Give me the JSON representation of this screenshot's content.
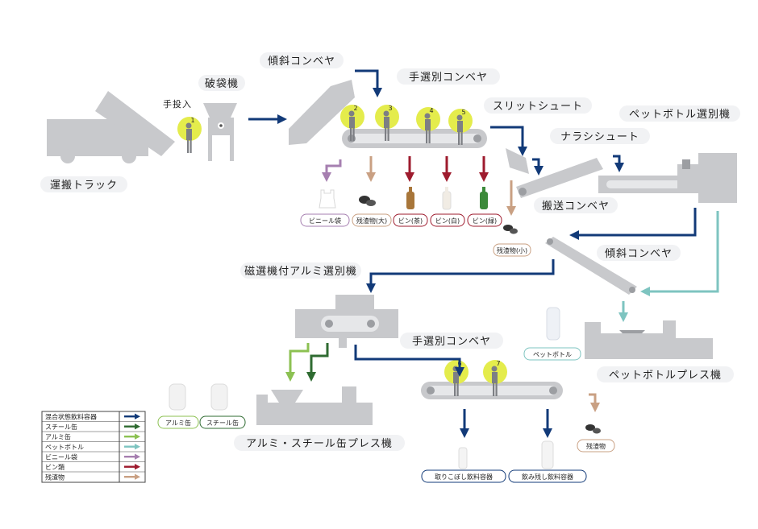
{
  "colors": {
    "mixed": "#123a78",
    "steel": "#2f6b31",
    "aluminum": "#8cc152",
    "pet": "#7ec4c0",
    "vinyl": "#a67fb0",
    "bottle": "#9e1b2e",
    "residue": "#c9a083",
    "worker_circle": "#e4ec4c",
    "machine": "#c8c9cc"
  },
  "labels": {
    "truck": "運搬トラック",
    "manual_input": "手投入",
    "bag_breaker": "破袋機",
    "incline_conveyor_1": "傾斜コンベヤ",
    "hand_sort_conveyor_1": "手選別コンベヤ",
    "slit_chute": "スリットシュート",
    "pet_sorter": "ペットボトル選別機",
    "narashi_chute": "ナラシシュート",
    "transport_conveyor": "搬送コンベヤ",
    "incline_conveyor_2": "傾斜コンベヤ",
    "magnetic_al_sorter": "磁選機付アルミ選別機",
    "hand_sort_conveyor_2": "手選別コンベヤ",
    "pet_press": "ペットボトルプレス機",
    "can_press": "アルミ・スチール缶プレス機"
  },
  "workers": [
    "1",
    "2",
    "3",
    "4",
    "5",
    "6",
    "7"
  ],
  "outputs_top": [
    "ビニール袋",
    "残渣物(大)",
    "ビン(茶)",
    "ビン(白)",
    "ビン(緑)"
  ],
  "residue_small": "残渣物(小)",
  "pet_bottle_tag": "ペットボトル",
  "cans": [
    "アルミ缶",
    "スチール缶"
  ],
  "outputs_bottom": [
    "取りこぼし飲料容器",
    "飲み残し飲料容器"
  ],
  "residue_bottom": "残渣物",
  "legend": [
    {
      "label": "混合状態飲料容器",
      "color": "#123a78"
    },
    {
      "label": "スチール缶",
      "color": "#2f6b31"
    },
    {
      "label": "アルミ缶",
      "color": "#8cc152"
    },
    {
      "label": "ペットボトル",
      "color": "#7ec4c0"
    },
    {
      "label": "ビニール袋",
      "color": "#a67fb0"
    },
    {
      "label": "ビン類",
      "color": "#9e1b2e"
    },
    {
      "label": "残渣物",
      "color": "#c9a083"
    }
  ]
}
